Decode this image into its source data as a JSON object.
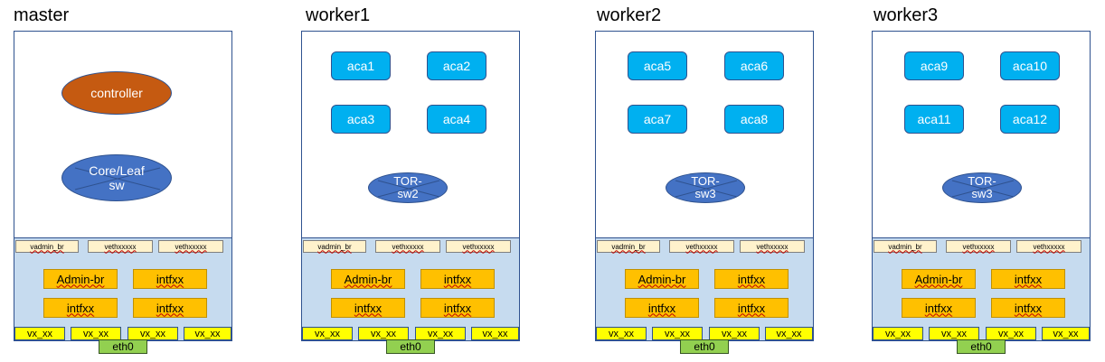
{
  "nodes": [
    {
      "title": "master",
      "controller": "controller",
      "switch": "Core/Leaf sw",
      "veth": [
        "vadmin_br",
        "vethxxxxx",
        "vethxxxxx"
      ],
      "bridges": [
        "Admin-br",
        "intfxx",
        "intfxx",
        "intfxx"
      ],
      "vx": [
        "vx_xx",
        "vx_xx",
        "vx_xx",
        "vx_xx"
      ],
      "eth": "eth0"
    },
    {
      "title": "worker1",
      "acas": [
        "aca1",
        "aca2",
        "aca3",
        "aca4"
      ],
      "switch": "TOR-sw2",
      "veth": [
        "vadmin_br",
        "vethxxxxx",
        "vethxxxxx"
      ],
      "bridges": [
        "Admin-br",
        "intfxx",
        "intfxx",
        "intfxx"
      ],
      "vx": [
        "vx_xx",
        "vx_xx",
        "vx_xx",
        "vx_xx"
      ],
      "eth": "eth0"
    },
    {
      "title": "worker2",
      "acas": [
        "aca5",
        "aca6",
        "aca7",
        "aca8"
      ],
      "switch": "TOR-sw3",
      "veth": [
        "vadmin_br",
        "vethxxxxx",
        "vethxxxxx"
      ],
      "bridges": [
        "Admin-br",
        "intfxx",
        "intfxx",
        "intfxx"
      ],
      "vx": [
        "vx_xx",
        "vx_xx",
        "vx_xx",
        "vx_xx"
      ],
      "eth": "eth0"
    },
    {
      "title": "worker3",
      "acas": [
        "aca9",
        "aca10",
        "aca11",
        "aca12"
      ],
      "switch": "TOR-sw3",
      "veth": [
        "vadmin_br",
        "vethxxxxx",
        "vethxxxxx"
      ],
      "bridges": [
        "Admin-br",
        "intfxx",
        "intfxx",
        "intfxx"
      ],
      "vx": [
        "vx_xx",
        "vx_xx",
        "vx_xx",
        "vx_xx"
      ],
      "eth": "eth0"
    }
  ],
  "colors": {
    "controller": "#c55a11",
    "switch": "#4472c4",
    "aca": "#00b0f0",
    "bridge": "#ffc000",
    "veth": "#fff2cc",
    "vx": "#ffff00",
    "eth": "#92d050",
    "lower_panel": "#c6dbef"
  }
}
